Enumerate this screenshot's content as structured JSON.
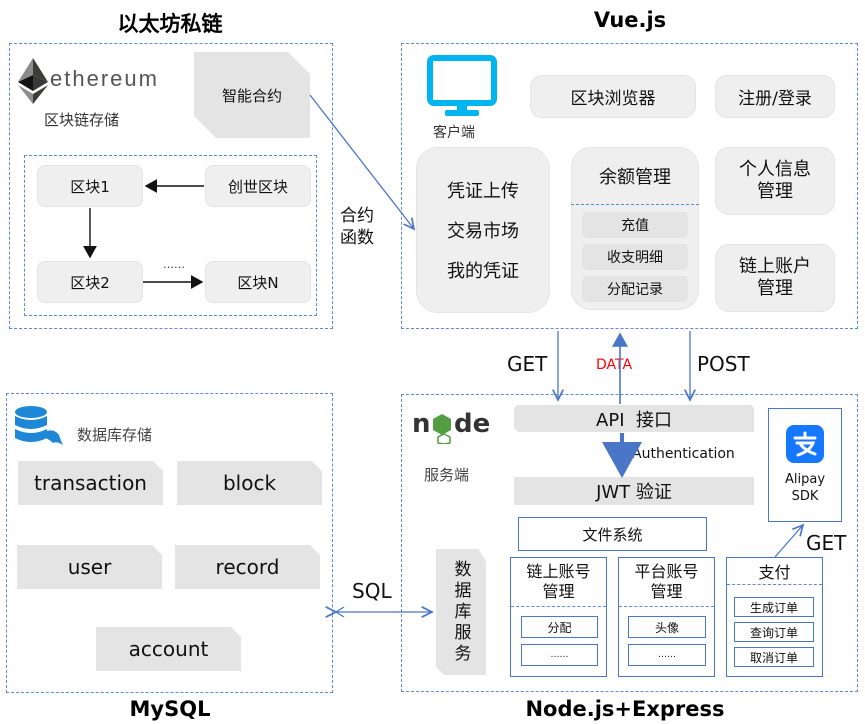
{
  "ethereum": {
    "title": "以太坊私链",
    "logo_text": "ethereum",
    "storage_label": "区块链存储",
    "smart_contract": "智能合约",
    "blocks": {
      "block1": "区块1",
      "genesis": "创世区块",
      "block2": "区块2",
      "ellipsis": "……",
      "blockN": "区块N"
    },
    "contract_func_label": "合约\n函数"
  },
  "vue": {
    "title": "Vue.js",
    "client_label": "客户端",
    "block_explorer": "区块浏览器",
    "register_login": "注册/登录",
    "voucher_menu": [
      "凭证上传",
      "交易市场",
      "我的凭证"
    ],
    "balance": {
      "title": "余额管理",
      "items": [
        "充值",
        "收支明细",
        "分配记录"
      ]
    },
    "profile": "个人信息\n管理",
    "chain_account": "链上账户\n管理"
  },
  "http": {
    "get": "GET",
    "data": "DATA",
    "post": "POST",
    "data_color": "#ff0000"
  },
  "mysql": {
    "title": "MySQL",
    "storage_label": "数据库存储",
    "tables": [
      "transaction",
      "block",
      "user",
      "record",
      "account"
    ],
    "sql_label": "SQL"
  },
  "node": {
    "title": "Node.js+Express",
    "server_label": "服务端",
    "api": "API  接口",
    "auth": "Authentication",
    "jwt": "JWT 验证",
    "alipay": "Alipay\nSDK",
    "alipay_get": "GET",
    "file_system": "文件系统",
    "db_service": "数据库服务",
    "chain_account": {
      "title": "链上账号\n管理",
      "items": [
        "分配",
        "……"
      ]
    },
    "platform_account": {
      "title": "平台账号\n管理",
      "items": [
        "头像",
        "……"
      ]
    },
    "payment": {
      "title": "支付",
      "items": [
        "生成订单",
        "查询订单",
        "取消订单"
      ]
    }
  },
  "colors": {
    "dash_border": "#5b8bd6",
    "arrow": "#4a76c8",
    "client_icon": "#00b4f0",
    "alipay": "#1677ff",
    "mysql_icon": "#1e88d6",
    "node_green": "#539e43"
  }
}
